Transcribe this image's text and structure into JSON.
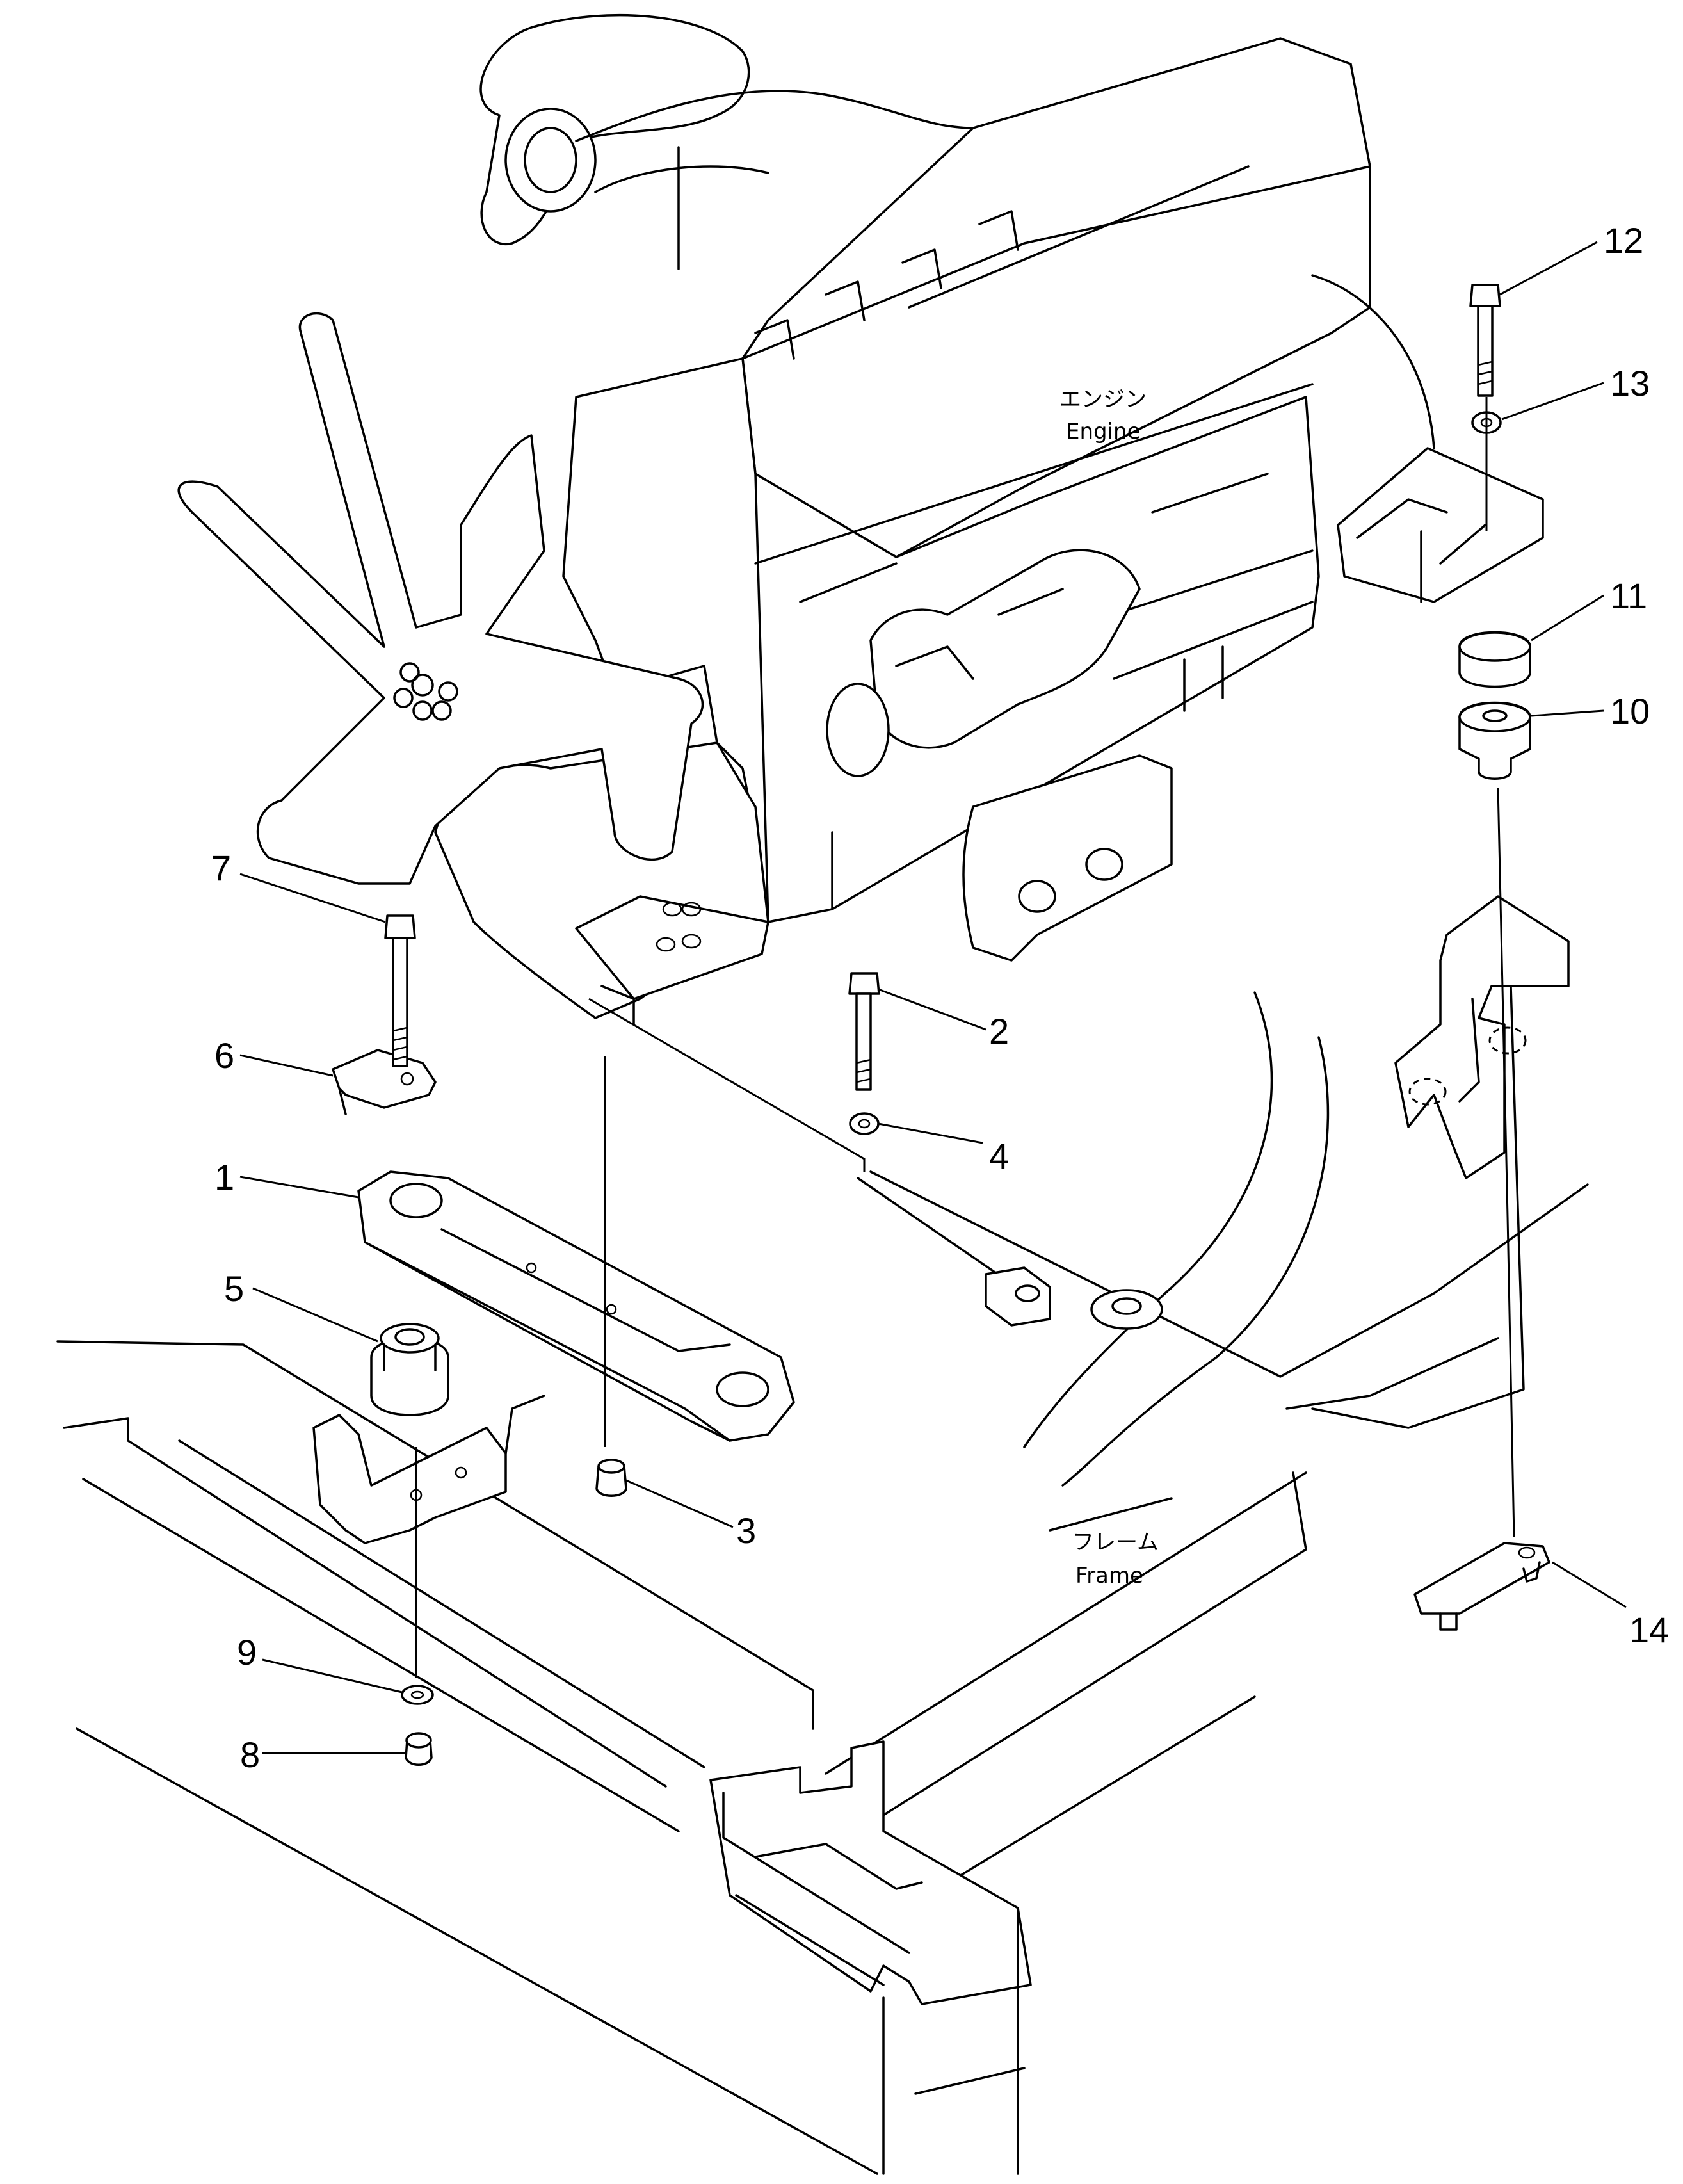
{
  "labels": {
    "engine_jp": "エンジン",
    "engine_en": "Engine",
    "frame_jp": "フレーム",
    "frame_en": "Frame"
  },
  "callouts": [
    "1",
    "2",
    "3",
    "4",
    "5",
    "6",
    "7",
    "8",
    "9",
    "10",
    "11",
    "12",
    "13",
    "14"
  ],
  "colors": {
    "ink": "#000000",
    "paper": "#ffffff"
  }
}
